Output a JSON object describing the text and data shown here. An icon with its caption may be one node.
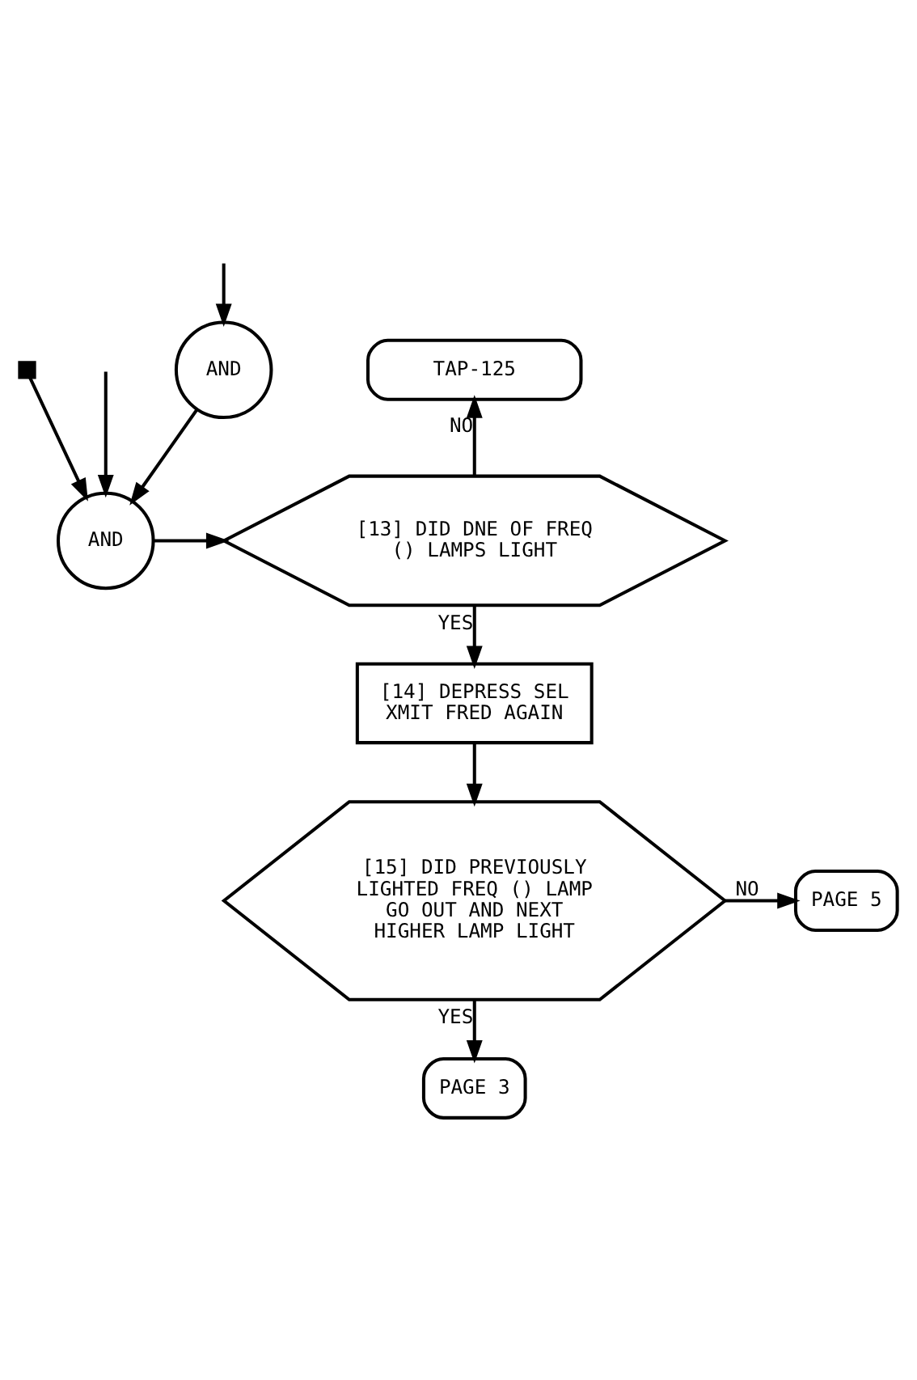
{
  "diagram": {
    "nodes": [
      {
        "text": [
          "AND"
        ]
      },
      {
        "text": [
          "AND"
        ]
      },
      {
        "text": [
          "TAP-125"
        ]
      },
      {
        "text": [
          "[13] DID DNE OF FREQ () LAMPS LIGHT"
        ]
      },
      {
        "text": [
          "[14] DEPRESS SEL XMIT FRED AGAIN"
        ]
      },
      {
        "text": [
          "[15] DID PREVIOUSLY LIGHTED FREQ () LAMP GO OUT AND NEXT HIGHER LAMP LIGHT"
        ]
      },
      {
        "text": [
          "PAGE 5"
        ]
      },
      {
        "text": [
          "PAGE 3"
        ]
      },
      {
        "text": [],
        "shape": "box"
      }
    ],
    "edges": [
      {
        "from": null,
        "to": 0,
        "arrow": "to"
      },
      {
        "from": 0,
        "to": 1,
        "arrow": "to"
      },
      {
        "from": null,
        "to": 1,
        "arrow": "to"
      },
      {
        "from": 8,
        "to": 1,
        "arrow": "to"
      },
      {
        "from": 1,
        "to": 3,
        "arrow": "to"
      },
      {
        "from": 3,
        "to": 2,
        "arrow": "to",
        "label": "NO"
      },
      {
        "from": 3,
        "to": 4,
        "arrow": "to",
        "label": "YES"
      },
      {
        "from": 4,
        "to": 5,
        "arrow": "to"
      },
      {
        "from": 5,
        "to": 6,
        "arrow": "to",
        "label": "NO"
      },
      {
        "from": 5,
        "to": 7,
        "arrow": "to",
        "label": "YES"
      }
    ]
  }
}
